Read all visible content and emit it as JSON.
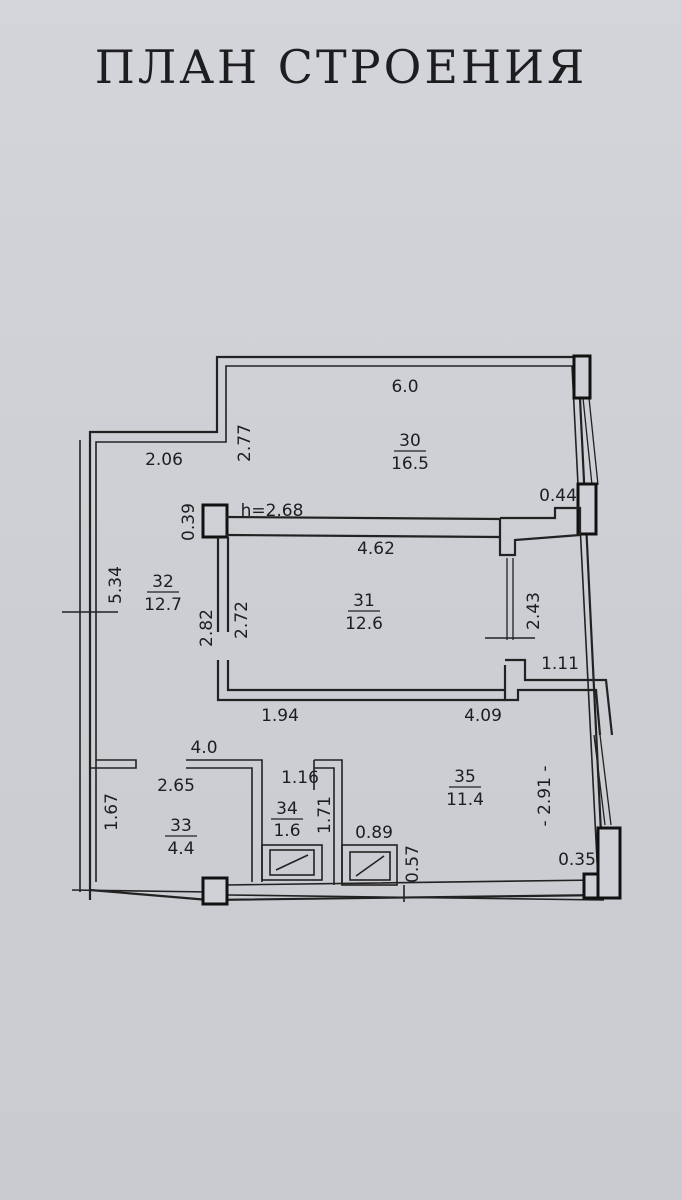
{
  "title": "ПЛАН СТРОЕНИЯ",
  "ceiling_height": "h=2.68",
  "rooms": [
    {
      "id": "room-30",
      "number": "30",
      "area": "16.5"
    },
    {
      "id": "room-31",
      "number": "31",
      "area": "12.6"
    },
    {
      "id": "room-32",
      "number": "32",
      "area": "12.7"
    },
    {
      "id": "room-33",
      "number": "33",
      "area": "4.4"
    },
    {
      "id": "room-34",
      "number": "34",
      "area": "1.6"
    },
    {
      "id": "room-35",
      "number": "35",
      "area": "11.4"
    }
  ],
  "dimensions": {
    "d_6_0": "6.0",
    "d_2_77": "2.77",
    "d_2_06": "2.06",
    "d_0_44": "0.44",
    "d_0_39": "0.39",
    "d_4_62": "4.62",
    "d_5_34": "5.34",
    "d_2_82": "2.82",
    "d_2_72": "2.72",
    "d_2_43": "2.43",
    "d_1_11": "1.11",
    "d_1_94": "1.94",
    "d_4_09": "4.09",
    "d_4_0": "4.0",
    "d_2_65": "2.65",
    "d_1_16": "1.16",
    "d_1_67": "1.67",
    "d_1_71": "1.71",
    "d_0_89": "0.89",
    "d_0_57": "0.57",
    "d_2_91": "- 2.91 -",
    "d_0_35": "0.35"
  }
}
